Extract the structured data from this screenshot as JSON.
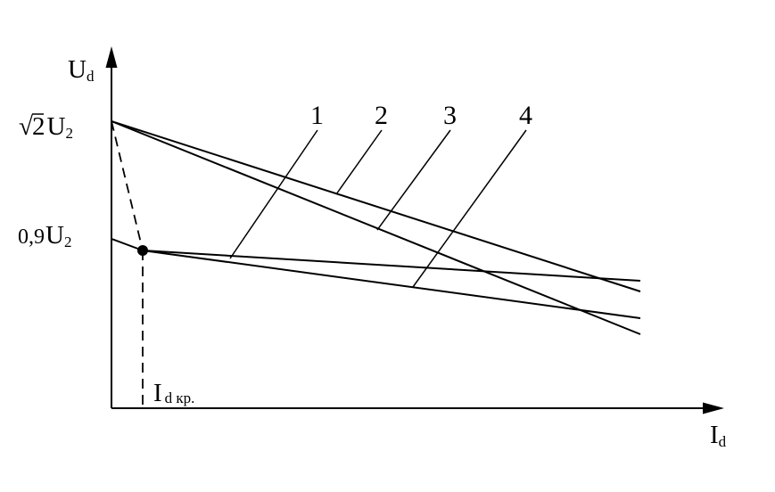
{
  "axes": {
    "y_symbol": "U",
    "y_subscript": "d",
    "x_symbol": "I",
    "x_subscript": "d"
  },
  "y_marks": {
    "upper": {
      "radical": "√",
      "radicand": "2",
      "symbol": "U",
      "subscript": "2"
    },
    "lower": {
      "coefficient": "0,9",
      "symbol": "U",
      "subscript": "2"
    }
  },
  "critical_current": {
    "symbol": "I",
    "subscript": "d кр."
  },
  "curve_labels": [
    "1",
    "2",
    "3",
    "4"
  ],
  "colors": {
    "ink": "#000000",
    "background": "#ffffff"
  }
}
